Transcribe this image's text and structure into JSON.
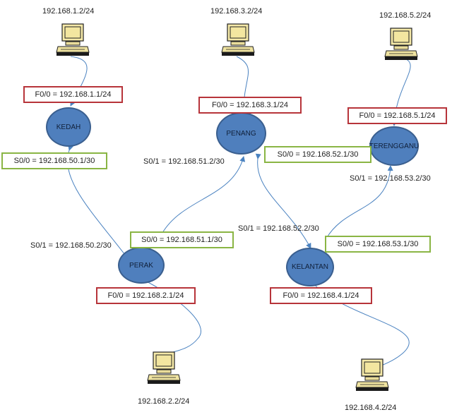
{
  "routers": {
    "kedah": "KEDAH",
    "penang": "PENANG",
    "terengganu": "TERENGGANU",
    "perak": "PERAK",
    "kelantan": "KELANTAN"
  },
  "hosts": {
    "kedah_pc": "192.168.1.2/24",
    "penang_pc": "192.168.3.2/24",
    "terengganu_pc": "192.168.5.2/24",
    "perak_pc": "192.168.2.2/24",
    "kelantan_pc": "192.168.4.2/24"
  },
  "interfaces": {
    "kedah_f00": "F0/0 = 192.168.1.1/24",
    "kedah_s00": "S0/0 = 192.168.50.1/30",
    "penang_f00": "F0/0 = 192.168.3.1/24",
    "penang_s00": "S0/0 = 192.168.52.1/30",
    "penang_s01": "S0/1 = 192.168.51.2/30",
    "terengganu_f00": "F0/0 = 192.168.5.1/24",
    "terengganu_s01": "S0/1 = 192.168.53.2/30",
    "perak_s01": "S0/1 = 192.168.50.2/30",
    "perak_s00": "S0/0 = 192.168.51.1/30",
    "perak_f00": "F0/0 = 192.168.2.1/24",
    "kelantan_s01": "S0/1 = 192.168.52.2/30",
    "kelantan_s00": "S0/0 = 192.168.53.1/30",
    "kelantan_f00": "F0/0 = 192.168.4.1/24"
  },
  "colors": {
    "router_fill": "#4f7fbd",
    "fastethernet_border": "#b7343a",
    "serial_border": "#8ab544",
    "link_line": "#4a82c0"
  },
  "icons": {
    "host": "desktop-computer-icon"
  }
}
